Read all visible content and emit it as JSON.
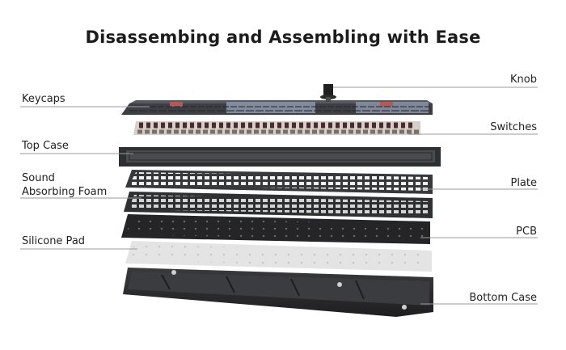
{
  "title": "Disassembing and Assembling with Ease",
  "labels_left": [
    {
      "id": "keycaps",
      "text": "Keycaps"
    },
    {
      "id": "top-case",
      "text": "Top Case"
    },
    {
      "id": "sound-foam-line1",
      "text": "Sound"
    },
    {
      "id": "sound-foam-line2",
      "text": "Absorbing Foam"
    },
    {
      "id": "silicone-pad",
      "text": "Silicone Pad"
    }
  ],
  "labels_right": [
    {
      "id": "knob",
      "text": "Knob"
    },
    {
      "id": "switches",
      "text": "Switches"
    },
    {
      "id": "plate",
      "text": "Plate"
    },
    {
      "id": "pcb",
      "text": "PCB"
    },
    {
      "id": "bottom-case",
      "text": "Bottom Case"
    }
  ],
  "colors": {
    "keycap_dark": "#3d3f44",
    "keycap_blue": "#8a93a6",
    "keycap_accent": "#b25a5a",
    "case_dark": "#2c2c2e",
    "plate": "#38393b",
    "silicone": "#e4e4e4",
    "leader_line": "#9a9a9a"
  }
}
